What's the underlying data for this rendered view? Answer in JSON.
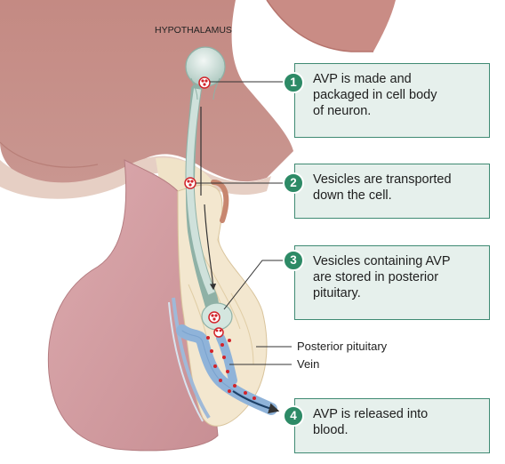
{
  "labels": {
    "hypothalamus": "HYPOTHALAMUS",
    "posterior_pituitary": "Posterior pituitary",
    "vein": "Vein"
  },
  "steps": [
    {
      "number": "1",
      "text": "AVP is made and\npackaged in cell body\nof neuron."
    },
    {
      "number": "2",
      "text": "Vesicles are transported\ndown the cell."
    },
    {
      "number": "3",
      "text": "Vesicles containing AVP\nare stored in posterior\npituitary."
    },
    {
      "number": "4",
      "text": "AVP is released into\nblood."
    }
  ],
  "colors": {
    "brain_tissue": "#c9918a",
    "anterior_pituitary": "#d5a0a2",
    "posterior_pituitary": "#f2e6cc",
    "neuron": "#c7dcd5",
    "vein": "#8fb3d9",
    "vesicle": "#d2232a",
    "step_accent": "#2d8a66",
    "step_box_fill": "#e6f0ec"
  }
}
